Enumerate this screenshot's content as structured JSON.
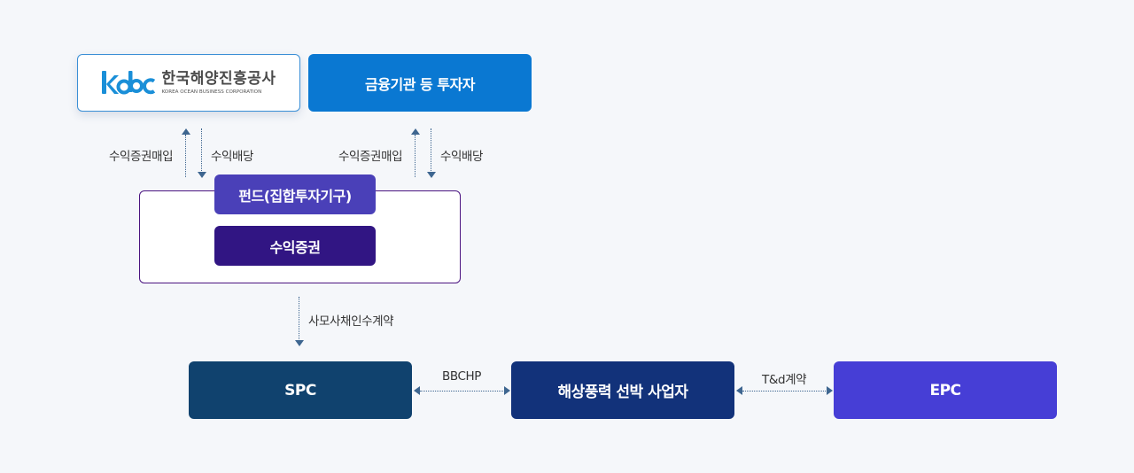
{
  "nodes": {
    "kobc": {
      "logo_mark": "kobc",
      "name_ko": "한국해양진흥공사",
      "name_en": "KOREA OCEAN BUSINESS CORPORATION",
      "border_color": "#3a8fd6"
    },
    "investors": {
      "label": "금융기관 등 투자자",
      "color": "#0a78d2"
    },
    "fund": {
      "label": "펀드(집합투자기구)",
      "color": "#4a40b8"
    },
    "securities": {
      "label": "수익증권",
      "color": "#311583"
    },
    "spc": {
      "label": "SPC",
      "color": "#10426e"
    },
    "operator": {
      "label": "해상풍력 선박 사업자",
      "color": "#12327a"
    },
    "epc": {
      "label": "EPC",
      "color": "#463ed6"
    }
  },
  "edges": {
    "kobc_purchase": {
      "label": "수익증권매입",
      "direction": "up"
    },
    "kobc_dividend": {
      "label": "수익배당",
      "direction": "down"
    },
    "investor_purchase": {
      "label": "수익증권매입",
      "direction": "up"
    },
    "investor_dividend": {
      "label": "수익배당",
      "direction": "down"
    },
    "bond_contract": {
      "label": "사모사채인수계약",
      "direction": "down"
    },
    "bbchp": {
      "label": "BBCHP",
      "direction": "both"
    },
    "td_contract": {
      "label": "T&d계약",
      "direction": "both"
    }
  },
  "colors": {
    "background": "#f5f7fa",
    "arrow": "#3e6690",
    "fund_frame_border": "#4a1480"
  }
}
